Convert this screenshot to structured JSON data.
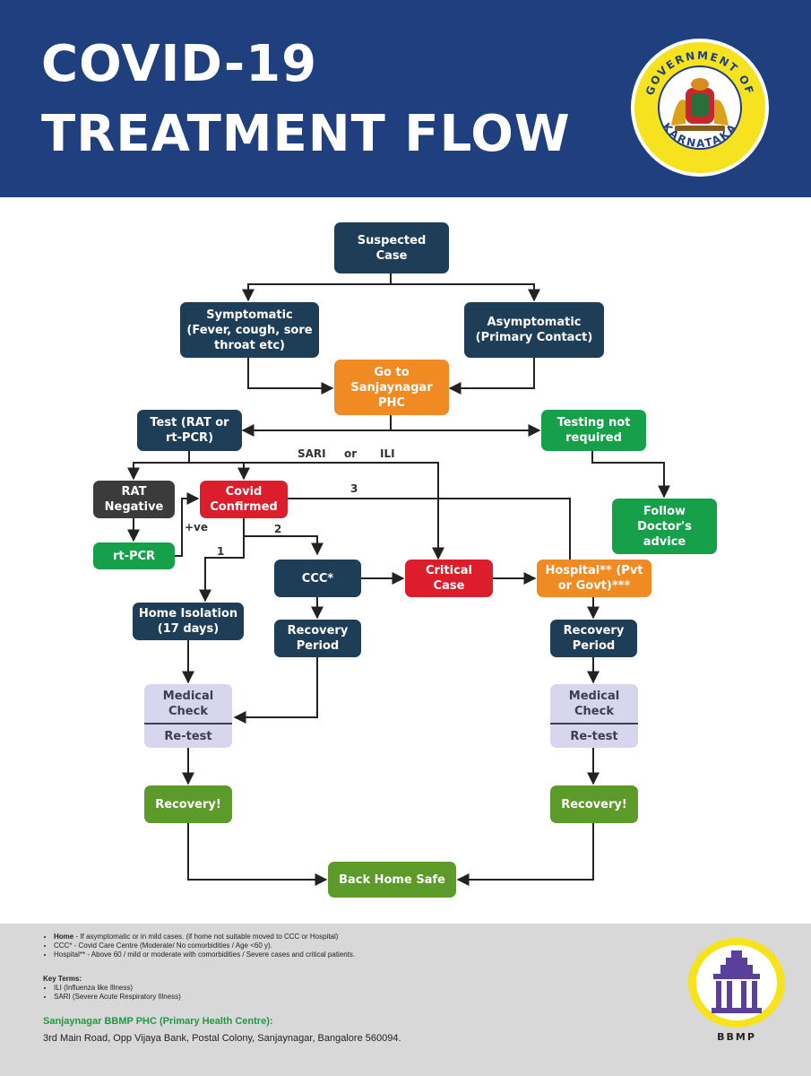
{
  "header": {
    "title_line1": "COVID-19",
    "title_line2": "TREATMENT FLOW",
    "seal_text_top": "GOVERNMENT OF",
    "seal_text_bottom": "KARNATAKA",
    "background_color": "#1f3f7e",
    "seal_ring_color": "#f7e21f"
  },
  "flow": {
    "suspected": "Suspected\nCase",
    "symptomatic": "Symptomatic\n(Fever, cough, sore\nthroat etc)",
    "asymptomatic": "Asymptomatic\n(Primary Contact)",
    "phc": "Go to\nSanjaynagar\nPHC",
    "test": "Test (RAT or\nrt-PCR)",
    "not_required": "Testing not\nrequired",
    "rat_negative": "RAT\nNegative",
    "covid_confirmed": "Covid\nConfirmed",
    "rt_pcr": "rt-PCR",
    "follow_doctor": "Follow\nDoctor's\nadvice",
    "ccc": "CCC*",
    "critical": "Critical\nCase",
    "hospital": "Hospital** (Pvt\nor Govt)***",
    "home_isolation": "Home Isolation\n(17 days)",
    "recovery_period_left": "Recovery\nPeriod",
    "recovery_period_right": "Recovery\nPeriod",
    "medical_check_left": "Medical\nCheck",
    "retest_left": "Re-test",
    "medical_check_right": "Medical\nCheck",
    "retest_right": "Re-test",
    "recovery_left": "Recovery!",
    "recovery_right": "Recovery!",
    "back_home": "Back Home Safe",
    "label_sari": "SARI",
    "label_or": "or",
    "label_ili": "ILI",
    "label_pve": "+ve",
    "label_1": "1",
    "label_2": "2",
    "label_3": "3"
  },
  "colors": {
    "navy": "#1e3e57",
    "orange": "#f08a22",
    "green": "#16a04a",
    "olive": "#5c9a2a",
    "red": "#dc1d2b",
    "gray": "#3b3b3b",
    "lavender": "#d8d6ef"
  },
  "footer": {
    "notes": [
      {
        "term": "Home",
        "text": " - If asymptomatic or in mild cases. (if home not suitable moved to CCC or Hospital)"
      },
      {
        "term": "",
        "text": "CCC* - Covid Care Centre (Moderate/ No comorbidities / Age <60 y)."
      },
      {
        "term": "",
        "text": "Hospital** - Above 60 / mild or moderate with comorbidities / Severe cases and critical patients."
      }
    ],
    "key_terms_title": "Key Terms:",
    "key_terms": [
      "ILI (Influenza like Illness)",
      "SARI (Severe Acute Respiratory Illness)"
    ],
    "phc_name": "Sanjaynagar BBMP PHC (Primary Health Centre):",
    "address": "3rd Main Road, Opp Vijaya Bank, Postal Colony, Sanjaynagar, Bangalore 560094.",
    "bbmp_label": "BBMP"
  }
}
